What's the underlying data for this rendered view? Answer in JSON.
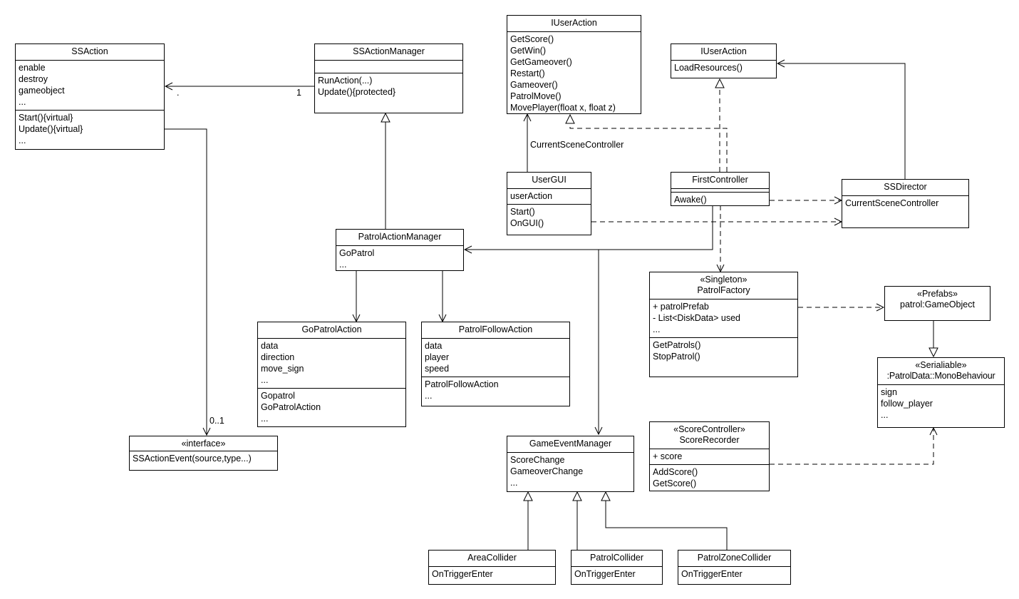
{
  "classes": {
    "ssaction": {
      "name": "SSAction",
      "attrs": [
        "enable",
        "destroy",
        "gameobject",
        "..."
      ],
      "ops": [
        "Start(){virtual}",
        "Update(){virtual}",
        "..."
      ]
    },
    "ssactionmanager": {
      "name": "SSActionManager",
      "attrs": [],
      "ops": [
        "RunAction(...)",
        "Update(){protected}"
      ]
    },
    "iuseraction1": {
      "name": "IUserAction",
      "ops": [
        "GetScore()",
        "GetWin()",
        "GetGameover()",
        "Restart()",
        "Gameover()",
        "PatrolMove()",
        "MovePlayer(float x, float z)"
      ]
    },
    "iuseraction2": {
      "name": "IUserAction",
      "ops": [
        "LoadResources()"
      ]
    },
    "usergui": {
      "name": "UserGUI",
      "attrs": [
        "userAction"
      ],
      "ops": [
        "Start()",
        "OnGUI()"
      ]
    },
    "firstcontroller": {
      "name": "FirstController",
      "attrs": [],
      "ops": [
        "Awake()"
      ]
    },
    "ssdirector": {
      "name": "SSDirector",
      "attrs": [
        "CurrentSceneController"
      ]
    },
    "patrolactionmanager": {
      "name": "PatrolActionManager",
      "attrs": [
        "GoPatrol",
        "..."
      ]
    },
    "patrolfactory": {
      "stereotype": "«Singleton»",
      "name": "PatrolFactory",
      "attrs": [
        "+ patrolPrefab",
        "- List<DiskData> used",
        "..."
      ],
      "ops": [
        "GetPatrols()",
        "StopPatrol()"
      ]
    },
    "prefabs": {
      "stereotype": "«Prefabs»",
      "name": "patrol:GameObject"
    },
    "patroldata": {
      "stereotype": "«Serialiable»",
      "name": ":PatrolData::MonoBehaviour",
      "attrs": [
        "sign",
        "follow_player",
        "..."
      ]
    },
    "gopatrolaction": {
      "name": "GoPatrolAction",
      "attrs": [
        "data",
        "direction",
        "move_sign",
        "..."
      ],
      "ops": [
        "Gopatrol",
        "GoPatrolAction",
        "..."
      ]
    },
    "patrolfollowaction": {
      "name": "PatrolFollowAction",
      "attrs": [
        "data",
        "player",
        "speed"
      ],
      "ops": [
        "PatrolFollowAction",
        "..."
      ]
    },
    "ssactionevent": {
      "stereotype": "«interface»",
      "name": "SSActionEvent(source,type...)"
    },
    "gameeventmanager": {
      "name": "GameEventManager",
      "attrs": [
        "ScoreChange",
        "GameoverChange",
        "..."
      ]
    },
    "scorerecorder": {
      "stereotype": "«ScoreController»",
      "name": "ScoreRecorder",
      "attrs": [
        "+ score"
      ],
      "ops": [
        "AddScore()",
        "GetScore()"
      ]
    },
    "areacollider": {
      "name": "AreaCollider",
      "ops": [
        "OnTriggerEnter"
      ]
    },
    "patrolcollider": {
      "name": "PatrolCollider",
      "ops": [
        "OnTriggerEnter"
      ]
    },
    "patrolzonecollider": {
      "name": "PatrolZoneCollider",
      "ops": [
        "OnTriggerEnter"
      ]
    }
  },
  "labels": {
    "ssaction_end": ".",
    "manager_end": "1",
    "currentscene": "CurrentSceneController",
    "interface_mult": "0..1"
  }
}
